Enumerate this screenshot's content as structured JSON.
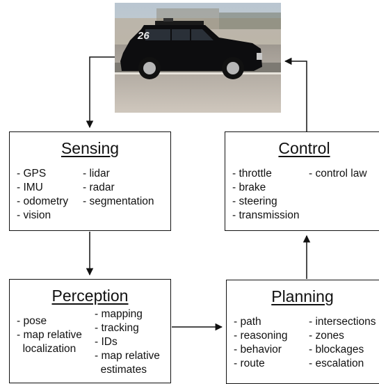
{
  "photo": {
    "car_number": "26"
  },
  "sensing": {
    "title": "Sensing",
    "col1": [
      "- GPS",
      "- IMU",
      "- odometry",
      "- vision"
    ],
    "col2": [
      "- lidar",
      "- radar",
      "- segmentation"
    ]
  },
  "control": {
    "title": "Control",
    "col1": [
      "- throttle",
      "- brake",
      "- steering",
      "- transmission"
    ],
    "col2": [
      "- control law"
    ]
  },
  "perception": {
    "title": "Perception",
    "col1": [
      "- pose",
      "- map relative",
      "  localization"
    ],
    "col2": [
      "- mapping",
      "- tracking",
      "- IDs",
      "- map relative",
      "  estimates"
    ]
  },
  "planning": {
    "title": "Planning",
    "col1": [
      "- path",
      "- reasoning",
      "- behavior",
      "- route"
    ],
    "col2": [
      "- intersections",
      "- zones",
      "- blockages",
      "- escalation"
    ]
  }
}
